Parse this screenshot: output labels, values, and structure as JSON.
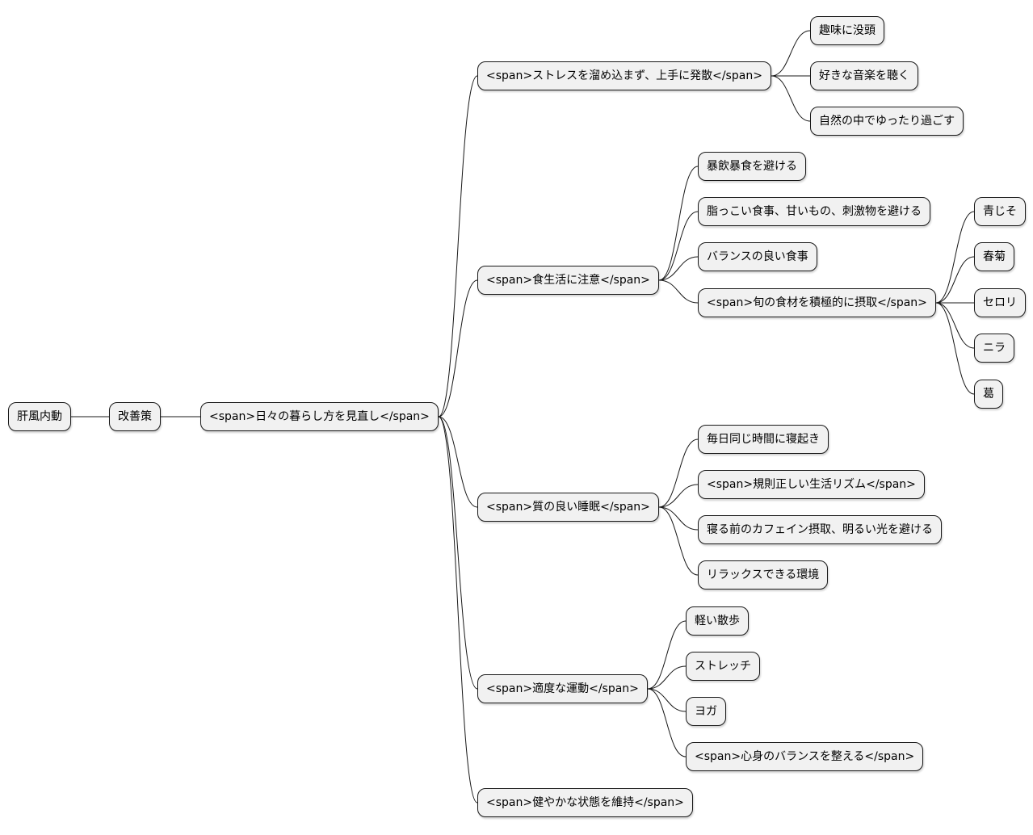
{
  "diagram": {
    "type": "mindmap",
    "root": {
      "label": "肝風内動",
      "children": [
        {
          "label": "改善策",
          "children": [
            {
              "label": "<span>日々の暮らし方を見直し</span>",
              "children": [
                {
                  "label": "<span>ストレスを溜め込まず、上手に発散</span>",
                  "children": [
                    {
                      "label": "趣味に没頭"
                    },
                    {
                      "label": "好きな音楽を聴く"
                    },
                    {
                      "label": "自然の中でゆったり過ごす"
                    }
                  ]
                },
                {
                  "label": "<span>食生活に注意</span>",
                  "children": [
                    {
                      "label": "暴飲暴食を避ける"
                    },
                    {
                      "label": "脂っこい食事、甘いもの、刺激物を避ける"
                    },
                    {
                      "label": "バランスの良い食事"
                    },
                    {
                      "label": "<span>旬の食材を積極的に摂取</span>",
                      "children": [
                        {
                          "label": "青じそ"
                        },
                        {
                          "label": "春菊"
                        },
                        {
                          "label": "セロリ"
                        },
                        {
                          "label": "ニラ"
                        },
                        {
                          "label": "葛"
                        }
                      ]
                    }
                  ]
                },
                {
                  "label": "<span>質の良い睡眠</span>",
                  "children": [
                    {
                      "label": "毎日同じ時間に寝起き"
                    },
                    {
                      "label": "<span>規則正しい生活リズム</span>"
                    },
                    {
                      "label": "寝る前のカフェイン摂取、明るい光を避ける"
                    },
                    {
                      "label": "リラックスできる環境"
                    }
                  ]
                },
                {
                  "label": "<span>適度な運動</span>",
                  "children": [
                    {
                      "label": "軽い散歩"
                    },
                    {
                      "label": "ストレッチ"
                    },
                    {
                      "label": "ヨガ"
                    },
                    {
                      "label": "<span>心身のバランスを整える</span>"
                    }
                  ]
                },
                {
                  "label": "<span>健やかな状態を維持</span>"
                }
              ]
            }
          ]
        }
      ]
    }
  }
}
